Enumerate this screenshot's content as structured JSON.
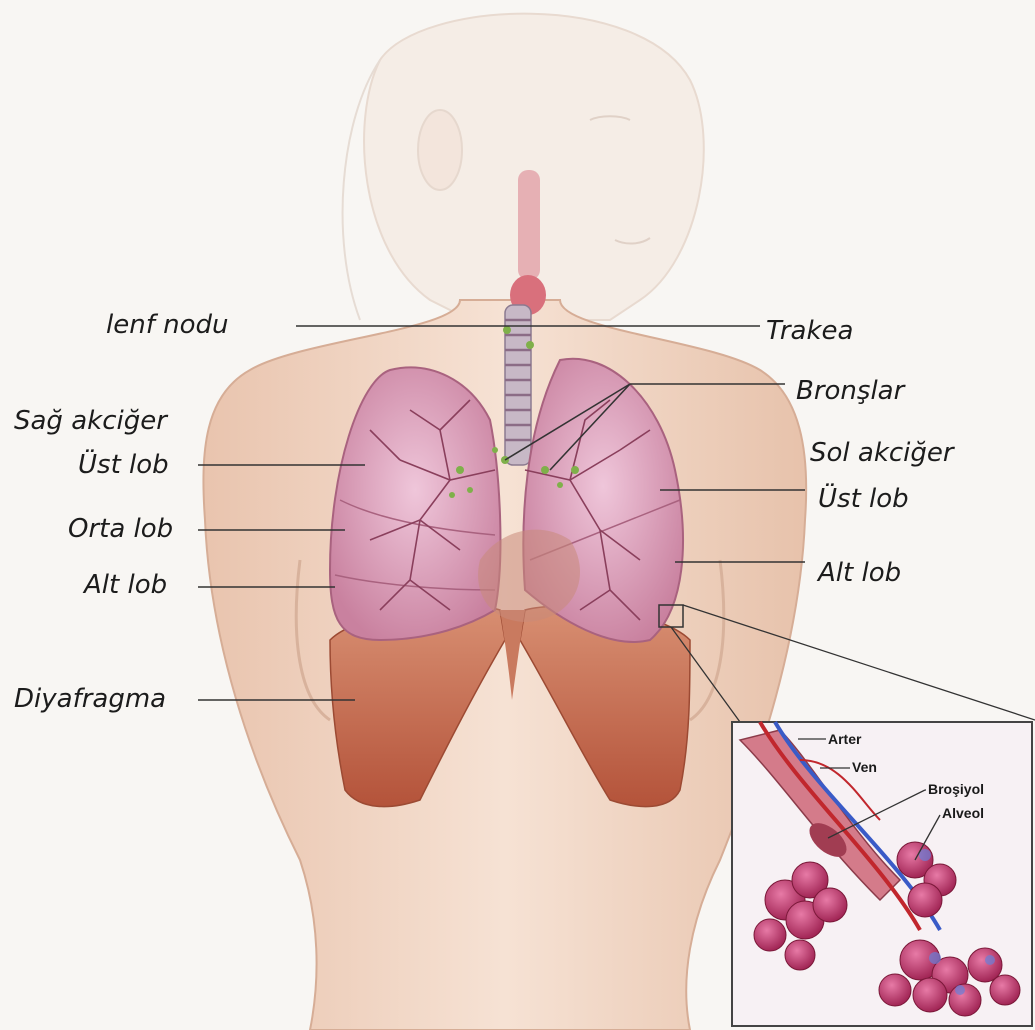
{
  "labels": {
    "lymph_node": "lenf nodu",
    "trachea": "Trakea",
    "bronchi": "Bronşlar",
    "right_lung": "Sağ akciğer",
    "right_upper_lobe": "Üst lob",
    "right_middle_lobe": "Orta lob",
    "right_lower_lobe": "Alt lob",
    "left_lung": "Sol akciğer",
    "left_upper_lobe": "Üst lob",
    "left_lower_lobe": "Alt lob",
    "diaphragm": "Diyafragma"
  },
  "inset": {
    "artery": "Arter",
    "vein": "Ven",
    "bronchiole": "Broşiyol",
    "alveolus": "Alveol"
  },
  "colors": {
    "background": "#f8f6f3",
    "skin": "#f3dccb",
    "lung": "#d99ab8",
    "diaphragm": "#c56a4a",
    "artery": "#c1272d",
    "vein": "#3a5bc7",
    "alveolus": "#b8336a"
  }
}
